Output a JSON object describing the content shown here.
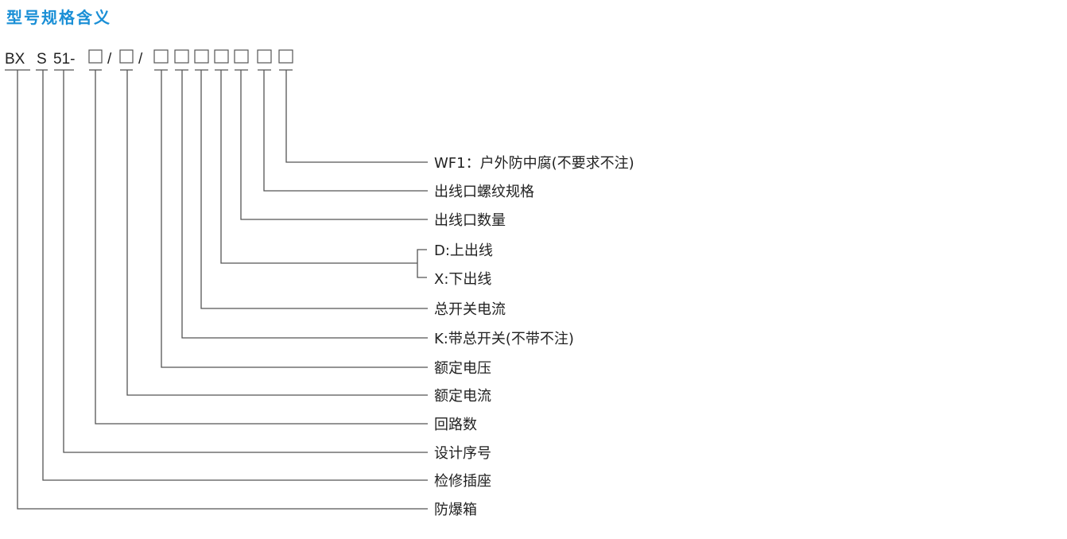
{
  "title": "型号规格含义",
  "code": {
    "prefix": "BX",
    "series": "S",
    "number": "51-",
    "separator_1": "/",
    "separator_2": "/"
  },
  "labels": {
    "corrosion": "WF1：户外防中腐(不要求不注)",
    "thread_spec": "出线口螺纹规格",
    "outlet_count": "出线口数量",
    "upper_outlet": "D:上出线",
    "lower_outlet": "X:下出线",
    "main_switch_current": "总开关电流",
    "main_switch": "K:带总开关(不带不注)",
    "rated_voltage": "额定电压",
    "rated_current": "额定电流",
    "circuit_count": "回路数",
    "design_number": "设计序号",
    "maintenance_socket": "检修插座",
    "explosion_proof_box": "防爆箱"
  }
}
